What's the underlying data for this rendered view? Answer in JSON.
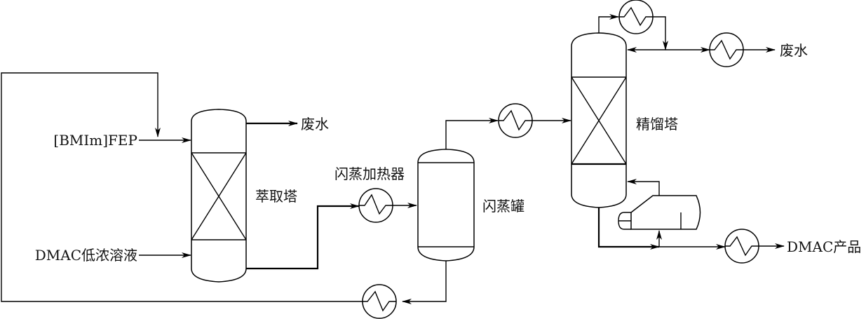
{
  "diagram": {
    "type": "process-flow-diagram",
    "colors": {
      "line": "#000000",
      "background": "#ffffff",
      "text": "#111111"
    },
    "streams": {
      "solvent_feed": "[BMIm]FEP",
      "dmac_feed": "DMAC低浓溶液",
      "waste_water_extraction": "废水",
      "waste_water_distillation": "废水",
      "product": "DMAC产品"
    },
    "equipment": {
      "extraction_column": "萃取塔",
      "flash_heater": "闪蒸加热器",
      "flash_tank": "闪蒸罐",
      "distillation_column": "精馏塔"
    }
  }
}
